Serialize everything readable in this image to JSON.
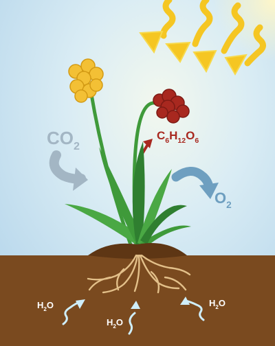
{
  "labels": {
    "co2": {
      "main": "CO",
      "sub": "2"
    },
    "o2": {
      "main": "O",
      "sub": "2"
    },
    "glucose": {
      "c": "C",
      "c_n": "6",
      "h": "H",
      "h_n": "12",
      "o": "O",
      "o_n": "6"
    },
    "water_left": {
      "h": "H",
      "h_n": "2",
      "o": "O"
    },
    "water_middle": {
      "h": "H",
      "h_n": "2",
      "o": "O"
    },
    "water_right": {
      "h": "H",
      "h_n": "2",
      "o": "O"
    }
  },
  "colors": {
    "sky_top": "#c6dff0",
    "sky_glow": "#f3f8ee",
    "sunlight": "#f5c623",
    "sunlight_edge": "#f7d94c",
    "soil": "#7a4a1f",
    "soil_dark": "#5e3614",
    "roots": "#e3c08a",
    "stem_green": "#3f9a3a",
    "leaf_green": "#4aa844",
    "leaf_dark": "#2f7f30",
    "flower_yellow": "#f3c035",
    "fruit_red": "#a8281f",
    "co2_gray": "#a3b6c4",
    "o2_blue": "#6e9fc0",
    "glucose_red": "#a8281f",
    "water_light": "#cfeefa"
  }
}
